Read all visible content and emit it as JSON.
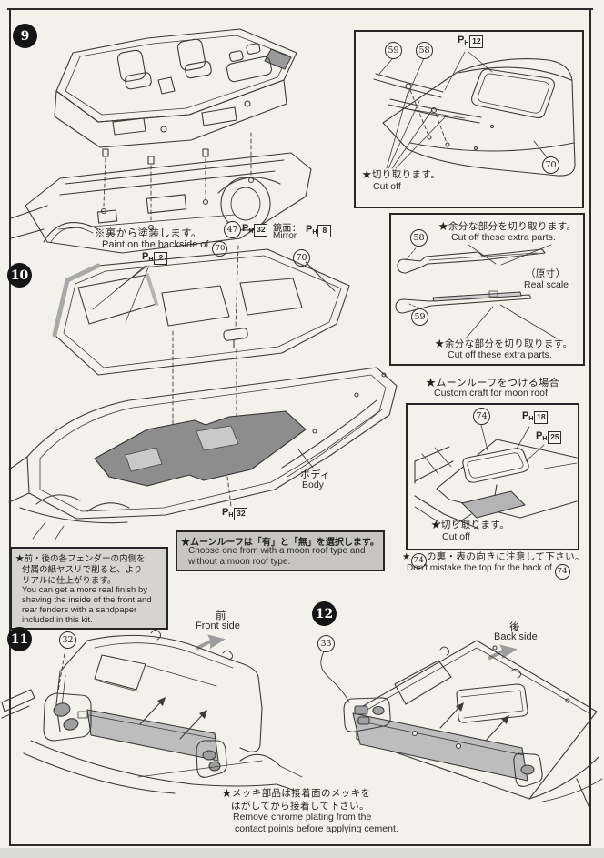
{
  "page": {
    "bg": "#f4f1ea",
    "ink": "#2b2b2b",
    "gray_fill": "#bdbdbd",
    "floor_gray": "#8d8d8d"
  },
  "badges": {
    "s9": "9",
    "s10": "10",
    "s11": "11",
    "s12": "12"
  },
  "wib": {
    "part59": "59",
    "part58": "58",
    "ph": "12",
    "cut_jp": "★切り取ります。",
    "cut_en": "Cut off",
    "part70": "70"
  },
  "wsb": {
    "top_jp": "★余分な部分を切り取ります。",
    "top_en": "Cut off these extra parts.",
    "part58": "58",
    "scale_jp": "（原寸）",
    "scale_en": "Real scale",
    "part59": "59",
    "bottom_jp": "★余分な部分を切り取ります。",
    "bottom_en": "Cut off these extra parts."
  },
  "s10": {
    "paint_jp": "※裏から塗装します。",
    "paint_en_prefix": "Paint on the backside of",
    "paint_part": "70",
    "paint_en_suffix": ".",
    "ph2": "2",
    "part47": "47",
    "ph32_top": "32",
    "mirror_jp": "鏡面：",
    "mirror_en": "Mirror",
    "ph8": "8",
    "part70": "70",
    "body_jp": "ボディ",
    "body_en": "Body",
    "ph32_bottom": "32"
  },
  "mrb": {
    "title_jp": "★ムーンルーフをつける場合",
    "title_en": "Custom craft for moon roof.",
    "part74": "74",
    "ph18": "18",
    "ph25": "25",
    "cut_jp": "★切り取ります。",
    "cut_en": "Cut off",
    "note_jp_prefix": "★",
    "note_part": "74",
    "note_jp_suffix": "の裏・表の向きに注意して下さい。",
    "note_en_prefix": "Don't mistake the top for the back of ",
    "note_part2": "74",
    "note_en_suffix": "."
  },
  "sel": {
    "jp": "★ムーンルーフは「有」と「無」を選択します。",
    "en1": "Choose one from with a moon roof type and",
    "en2": "without a moon roof type."
  },
  "fen": {
    "jp1": "★前・後の各フェンダーの内側を",
    "jp2": "付属の紙ヤスリで削ると、より",
    "jp3": "リアルに仕上がります。",
    "en1": "You can get a more real finish by",
    "en2": "shaving the inside of the front and",
    "en3": "rear fenders with a sandpaper",
    "en4": "included in this kit."
  },
  "s11": {
    "part32": "32",
    "dir_jp": "前",
    "dir_en": "Front side"
  },
  "s12": {
    "part33": "33",
    "dir_jp": "後",
    "dir_en": "Back side"
  },
  "chrome": {
    "jp1": "★メッキ部品は接着面のメッキを",
    "jp2": "はがしてから接着して下さい。",
    "en1": "Remove chrome plating from the",
    "en2": "contact points before applying cement."
  }
}
